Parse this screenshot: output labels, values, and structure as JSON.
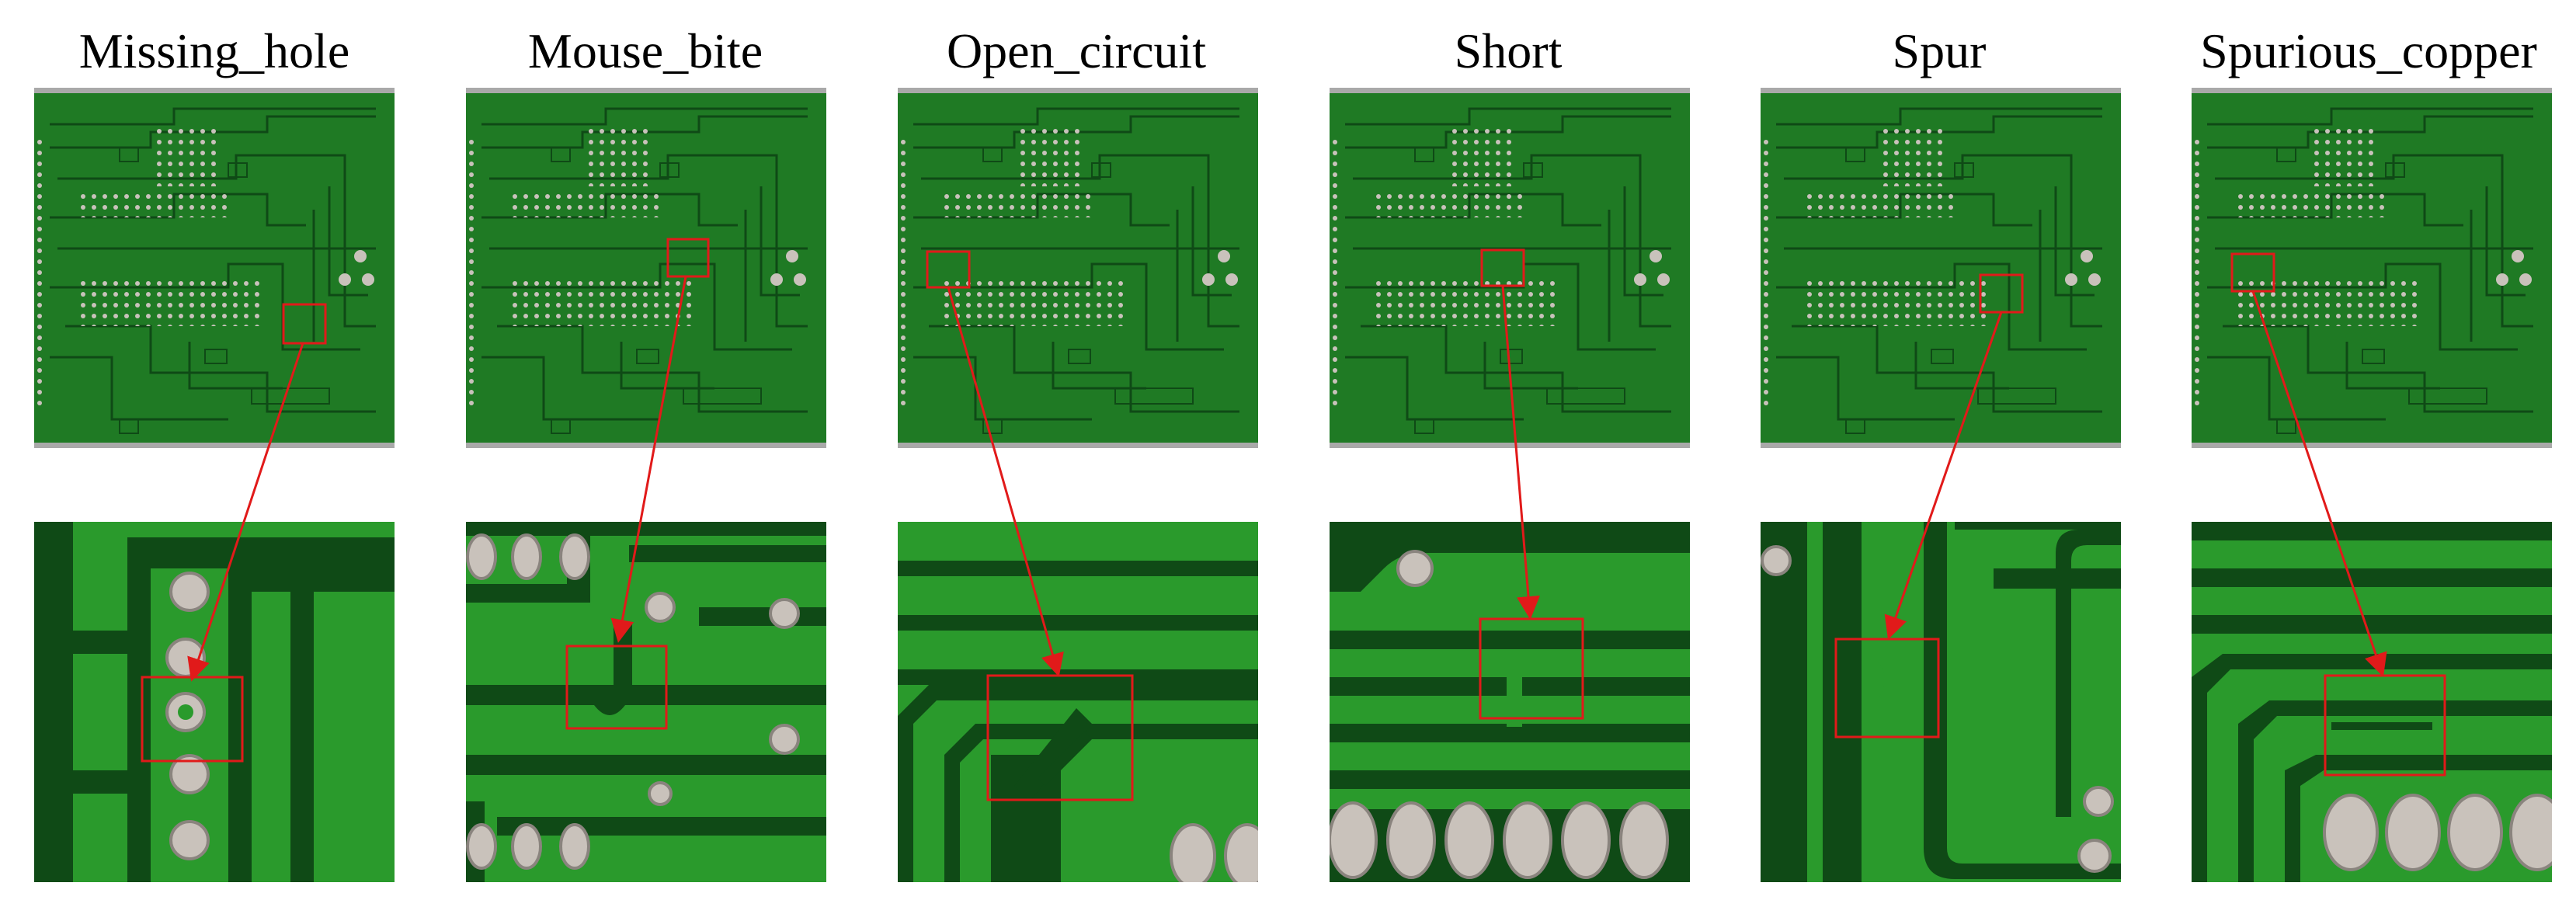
{
  "figure": {
    "columns": [
      {
        "label": "Missing_hole"
      },
      {
        "label": "Mouse_bite"
      },
      {
        "label": "Open_circuit"
      },
      {
        "label": "Short"
      },
      {
        "label": "Spur"
      },
      {
        "label": "Spurious_copper"
      }
    ]
  },
  "colors": {
    "board_green": "#1f7a24",
    "copper_green": "#2a9a2c",
    "trace_dark": "#0f4a16",
    "highlight_red": "#e11a1a",
    "pad_silver": "#c9c2bb"
  }
}
